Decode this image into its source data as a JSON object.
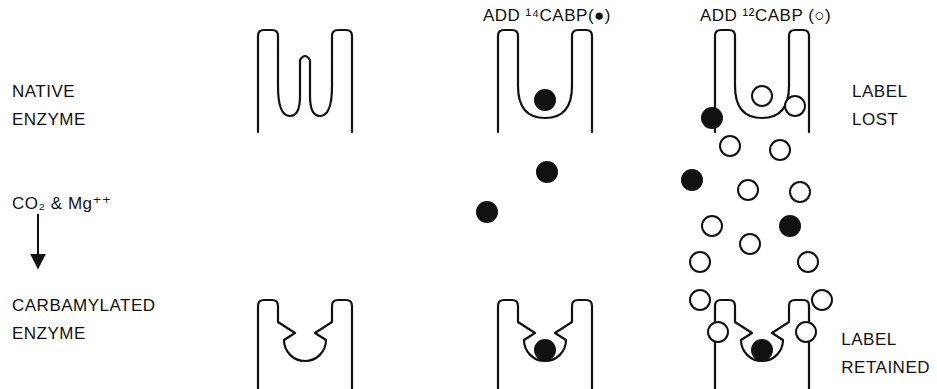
{
  "diagram": {
    "labels": [
      "ADD ¹⁴CABP(●)",
      "ADD ¹²CABP (○)",
      "NATIVE ENZYME",
      "LABEL LOST",
      "CO₂ & Mg⁺⁺",
      "CARBAMYLATED ENZYME",
      "LABEL RETAINED"
    ]
  }
}
